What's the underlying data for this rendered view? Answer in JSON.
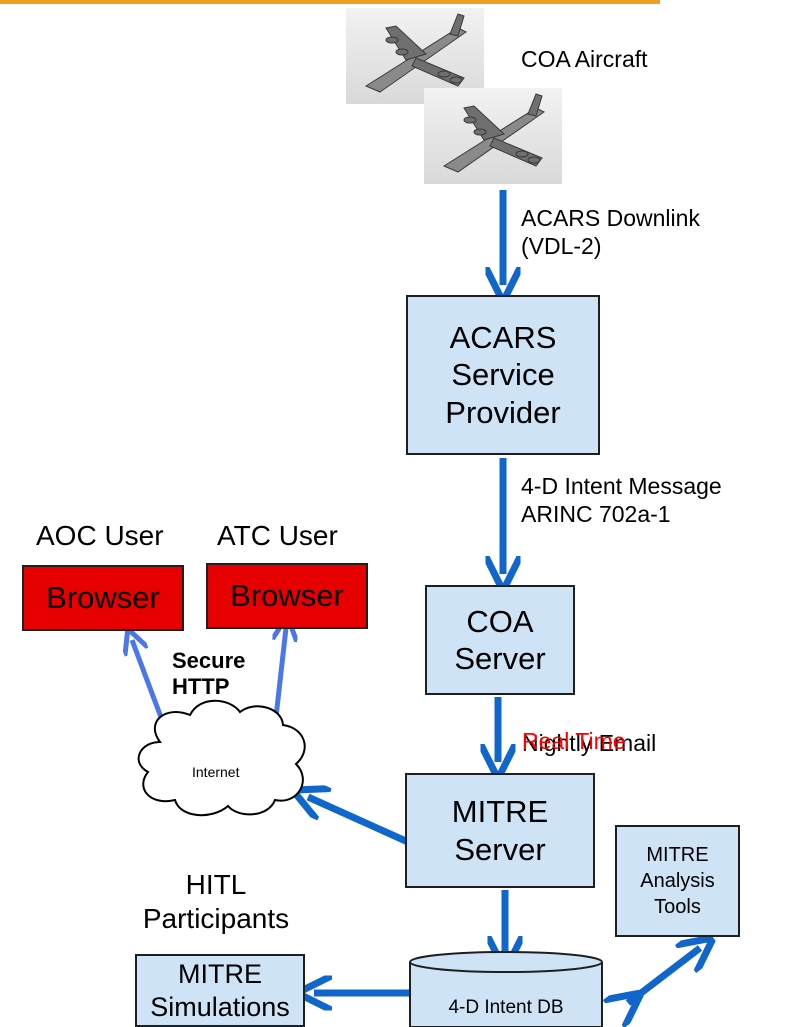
{
  "aircraft_label": "COA Aircraft",
  "downlink_label": "ACARS Downlink\n(VDL-2)",
  "acars_box": "ACARS\nService\nProvider",
  "intent_label": "4-D Intent Message\nARINC 702a-1",
  "coa_server": "COA\nServer",
  "nightly_email": "Nightly Email",
  "real_time": "Real Time",
  "mitre_server": "MITRE\nServer",
  "aoc_user": "AOC User",
  "atc_user": "ATC User",
  "browser": "Browser",
  "secure_http": "Secure\nHTTP",
  "internet": "Internet",
  "hitl_label": "HITL\nParticipants",
  "mitre_simulations": "MITRE\nSimulations",
  "analysis_tools": "MITRE\nAnalysis\nTools",
  "intent_db": "4-D Intent DB",
  "colors": {
    "arrow_blue": "#1166cc",
    "browser_red": "#e60000",
    "box_fill": "#cfe3f7",
    "real_time_red": "#ff0000",
    "accent_orange": "#f0a020"
  }
}
